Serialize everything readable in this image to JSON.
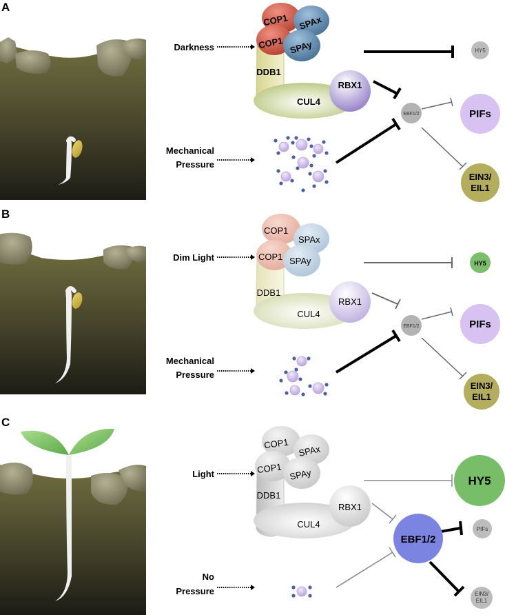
{
  "panels": [
    {
      "letter": "A",
      "stimulus_top": "Darkness",
      "stimulus_bottom_line1": "Mechanical",
      "stimulus_bottom_line2": "Pressure",
      "complex": {
        "cop1_a": "COP1",
        "spa_x": "SPAx",
        "cop1_b": "COP1",
        "spa_y": "SPAy",
        "ddb1": "DDB1",
        "cul4": "CUL4",
        "rbx1": "RBX1"
      },
      "targets": {
        "hy5": "HY5",
        "ebf": "EBF1/2",
        "pifs": "PIFs",
        "ein3_line1": "EIN3/",
        "ein3_line2": "EIL1"
      }
    },
    {
      "letter": "B",
      "stimulus_top": "Dim Light",
      "stimulus_bottom_line1": "Mechanical",
      "stimulus_bottom_line2": "Pressure",
      "complex": {
        "cop1_a": "COP1",
        "spa_x": "SPAx",
        "cop1_b": "COP1",
        "spa_y": "SPAy",
        "ddb1": "DDB1",
        "cul4": "CUL4",
        "rbx1": "RBX1"
      },
      "targets": {
        "hy5": "HY5",
        "ebf": "EBF1/2",
        "pifs": "PIFs",
        "ein3_line1": "EIN3/",
        "ein3_line2": "EIL1"
      }
    },
    {
      "letter": "C",
      "stimulus_top": "Light",
      "stimulus_bottom_line1": "No",
      "stimulus_bottom_line2": "Pressure",
      "complex": {
        "cop1_a": "COP1",
        "spa_x": "SPAx",
        "cop1_b": "COP1",
        "spa_y": "SPAy",
        "ddb1": "DDB1",
        "cul4": "CUL4",
        "rbx1": "RBX1"
      },
      "targets": {
        "hy5": "HY5",
        "ebf": "EBF1/2",
        "pifs": "PIFs",
        "ein3_line1": "EIN3/",
        "ein3_line2": "EIL1"
      }
    }
  ],
  "colors": {
    "soil_top": "#6f6c3e",
    "soil_bottom": "#1f1f17",
    "rock": "#8d8a70",
    "hy5_dark": "#bdbdbd",
    "hy5_dim": "#7cbf6b",
    "hy5_light": "#78bd68",
    "pifs_active": "#d7c2f2",
    "ein3_active": "#b3ad5d",
    "ebf_inactive": "#b0b0b0",
    "ebf_active": "#7b84e0",
    "grey_node": "#bdbdbd"
  }
}
